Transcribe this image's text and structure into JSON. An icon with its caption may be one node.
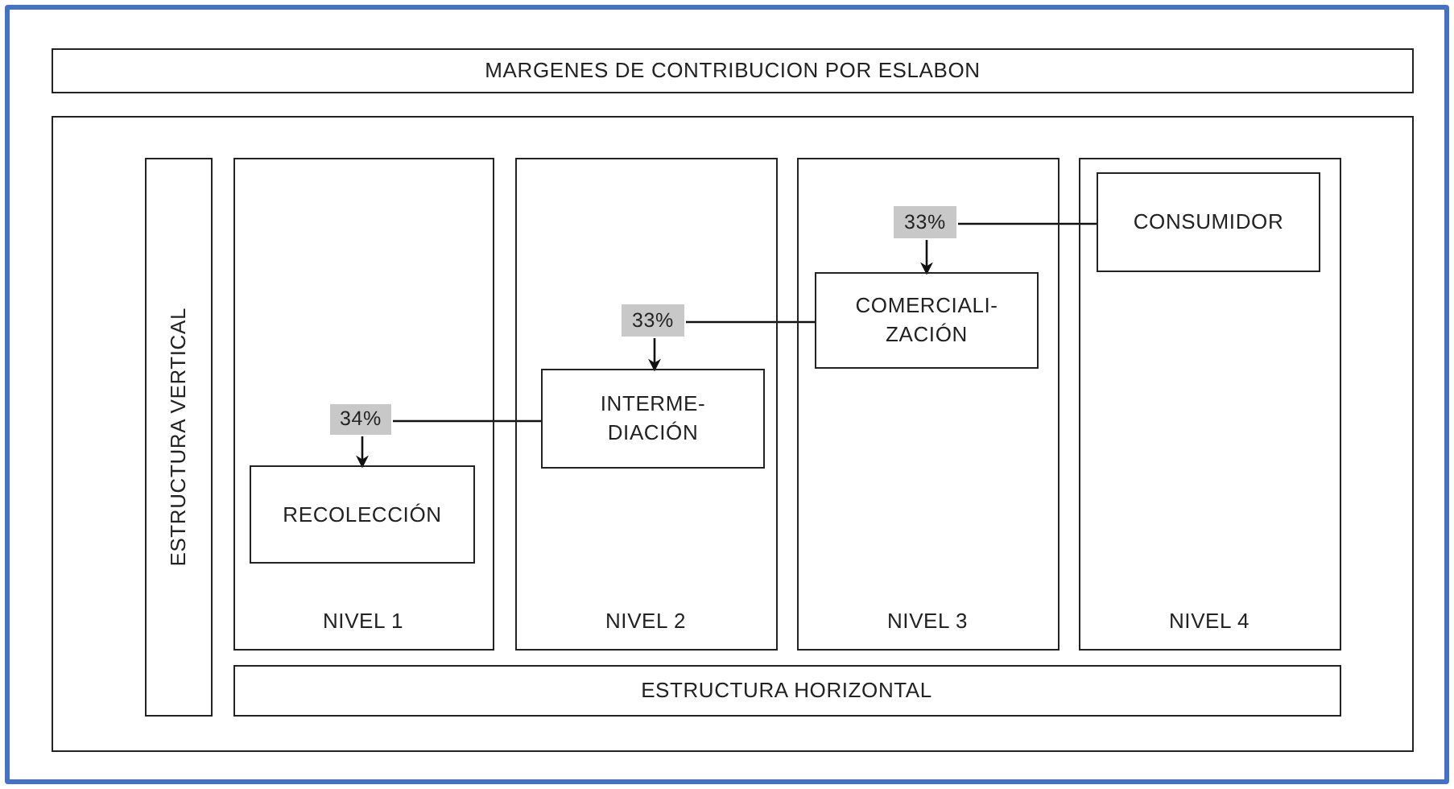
{
  "diagram": {
    "nodes": [
      {
        "text": [
          "MARGENES DE CONTRIBUCION POR ESLABON"
        ]
      },
      {
        "text": [],
        "shape": "box"
      },
      {
        "text": [
          "ESTRUCTURA VERTICAL"
        ],
        "in": 1
      },
      {
        "text": [
          "NIVEL 1"
        ],
        "in": 1
      },
      {
        "text": [
          "NIVEL 2"
        ],
        "in": 1
      },
      {
        "text": [
          "NIVEL 3"
        ],
        "in": 1
      },
      {
        "text": [
          "NIVEL 4"
        ],
        "in": 1
      },
      {
        "text": [
          "33%"
        ],
        "in": 5
      },
      {
        "text": [
          "CONSUMIDOR"
        ],
        "in": 6
      },
      {
        "text": [
          "COMERCIALI- ZACIÓN"
        ],
        "in": 5
      },
      {
        "text": [
          "33%"
        ],
        "in": 4
      },
      {
        "text": [
          "INTERME- DIACIÓN"
        ],
        "in": 4
      },
      {
        "text": [
          "34%"
        ],
        "in": 3
      },
      {
        "text": [
          "RECOLECCIÓN"
        ],
        "in": 3
      },
      {
        "text": [
          "ESTRUCTURA HORIZONTAL"
        ],
        "in": 1
      }
    ],
    "edges": [
      {
        "from": 8,
        "to": 7,
        "arrow": "none"
      },
      {
        "from": 7,
        "to": 9,
        "arrow": "to"
      },
      {
        "from": 9,
        "to": 10,
        "arrow": "none"
      },
      {
        "from": 10,
        "to": 11,
        "arrow": "to"
      },
      {
        "from": 11,
        "to": 12,
        "arrow": "none"
      },
      {
        "from": 12,
        "to": 13,
        "arrow": "to"
      }
    ]
  }
}
